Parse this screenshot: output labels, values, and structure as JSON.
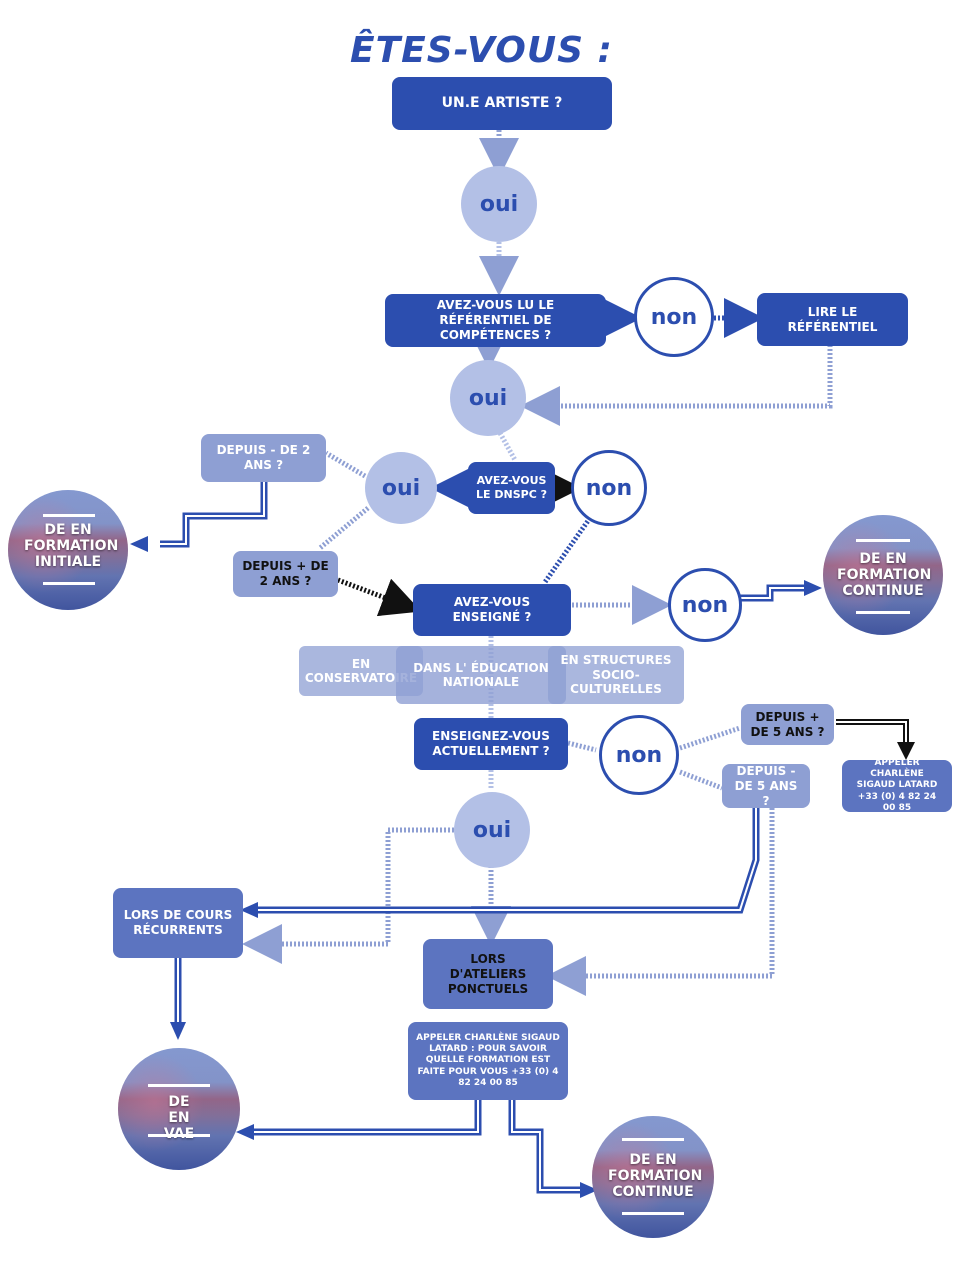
{
  "title": "ÊTES-VOUS :",
  "nodes": {
    "artiste": "UN.E ARTISTE ?",
    "oui1": "oui",
    "referentiel_q": "AVEZ-VOUS LU LE RÉFÉRENTIEL DE COMPÉTENCES ?",
    "non1": "non",
    "lire_referentiel": "LIRE LE RÉFÉRENTIEL",
    "oui2": "oui",
    "dnspc_q": "AVEZ-VOUS LE DNSPC ?",
    "oui3": "oui",
    "non2": "non",
    "depuis_moins_2": "DEPUIS - DE 2 ANS ?",
    "depuis_plus_2": "DEPUIS + DE 2 ANS ?",
    "enseigne_q": "AVEZ-VOUS ENSEIGNÉ ?",
    "non3": "non",
    "cat_conservatoire": "EN CONSERVATOIRE",
    "cat_education": "DANS L' ÉDUCATION NATIONALE",
    "cat_structures": "EN STRUCTURES SOCIO-CULTURELLES",
    "actuellement_q": "ENSEIGNEZ-VOUS ACTUELLEMENT ?",
    "non4": "non",
    "depuis_plus_5": "DEPUIS + DE 5 ANS ?",
    "depuis_moins_5": "DEPUIS - DE 5 ANS ?",
    "appeler_1": "APPELER CHARLÈNE SIGAUD LATARD +33 (0) 4 82 24 00 85",
    "oui4": "oui",
    "cours_recurrents": "LORS DE COURS RÉCURRENTS",
    "ateliers_ponctuels": "LORS D'ATELIERS PONCTUELS",
    "appeler_2": "APPELER CHARLÈNE SIGAUD LATARD : POUR SAVOIR QUELLE FORMATION EST FAITE POUR VOUS +33 (0) 4 82 24 00 85"
  },
  "outcomes": {
    "formation_initiale": "DE EN FORMATION INITIALE",
    "formation_continue_1": "DE EN FORMATION CONTINUE",
    "vae": "DE EN VAE",
    "formation_continue_2": "DE EN FORMATION CONTINUE"
  },
  "colors": {
    "dark": "#2c4eaf",
    "mid": "#5c74c0",
    "light": "#8e9fd3",
    "pale": "#b3c0e6"
  }
}
